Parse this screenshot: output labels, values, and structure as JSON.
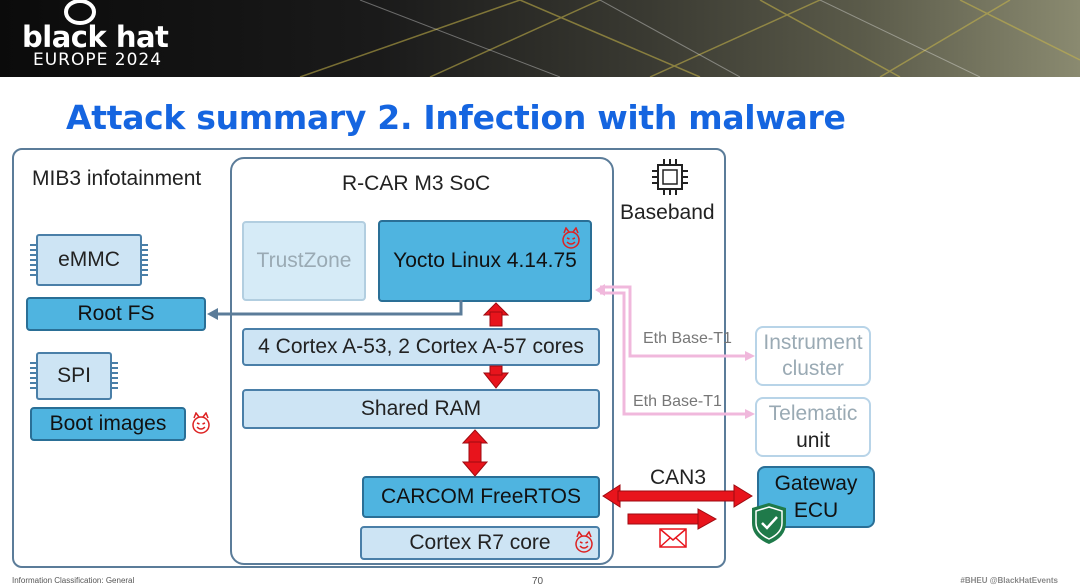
{
  "header": {
    "logo_word": "black hat",
    "logo_subtitle": "EUROPE 2024"
  },
  "slide": {
    "title": "Attack summary 2. Infection with malware",
    "page_number": "70",
    "classification": "Information Classification: General",
    "hashtags": "#BHEU @BlackHatEvents"
  },
  "diagram": {
    "outer_label": "MIB3 infotainment",
    "soc_label": "R-CAR M3 SoC",
    "baseband_label": "Baseband",
    "emmc": "eMMC",
    "rootfs": "Root FS",
    "spi": "SPI",
    "boot_images": "Boot images",
    "trustzone": "TrustZone",
    "yocto": "Yocto Linux 4.14.75",
    "cortex_a": "4 Cortex A-53, 2 Cortex A-57 cores",
    "shared_ram": "Shared RAM",
    "carcom": "CARCOM FreeRTOS",
    "cortex_r7": "Cortex R7 core",
    "eth1": "Eth Base-T1",
    "eth2": "Eth Base-T1",
    "instrument": "Instrument cluster",
    "telematic_1": "Telematic",
    "telematic_2": "unit",
    "can": "CAN3",
    "gateway": "Gateway ECU"
  },
  "colors": {
    "title_blue": "#1565e0",
    "box_light": "#cde4f4",
    "box_dark": "#4fb4e0",
    "attack_red": "#e8141c",
    "eth_pink": "#f0b8dc",
    "shield_green": "#1f7a4a"
  },
  "icons": [
    "chip-icon",
    "devil-icon",
    "shield-check-icon",
    "envelope-icon"
  ]
}
